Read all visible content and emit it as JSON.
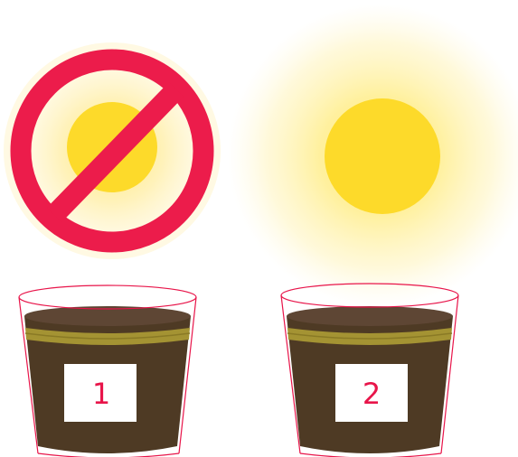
{
  "colors": {
    "sun_core": "#FDDA2A",
    "sun_glow": "#FFF3B0",
    "no_symbol": "#EC1C4B",
    "soil_top": "#5E4634",
    "soil_body": "#4E3A24",
    "band": "#A49333",
    "label_bg": "#FFFFFF",
    "label_text": "#E8154A",
    "glass_outline": "#E8154A"
  },
  "icons": {
    "left": "blocked-sun-icon",
    "right": "sun-icon"
  },
  "pots": [
    {
      "label": "1",
      "light": "blocked"
    },
    {
      "label": "2",
      "light": "sunlight"
    }
  ]
}
